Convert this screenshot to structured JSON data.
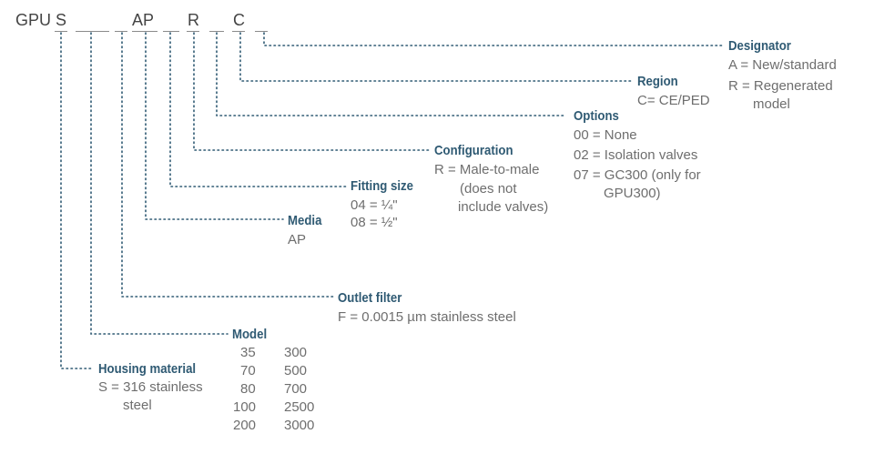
{
  "code": {
    "prefix": "GPU",
    "housing": "S",
    "media": "AP",
    "configuration": "R",
    "region": "C"
  },
  "designator": {
    "title": "Designator",
    "lines": [
      "A = New/standard",
      "R = Regenerated",
      "model"
    ]
  },
  "region": {
    "title": "Region",
    "lines": [
      "C= CE/PED"
    ]
  },
  "options": {
    "title": "Options",
    "lines": [
      "00 = None",
      "02 = Isolation valves",
      "07 = GC300 (only for",
      "GPU300)"
    ]
  },
  "configuration": {
    "title": "Configuration",
    "lines": [
      "R = Male-to-male",
      "(does not",
      "include valves)"
    ]
  },
  "fitting_size": {
    "title": "Fitting size",
    "lines": [
      "04 = ¼\"",
      "08 = ½\""
    ]
  },
  "media": {
    "title": "Media",
    "lines": [
      "AP"
    ]
  },
  "outlet_filter": {
    "title": "Outlet filter",
    "lines": [
      "F = 0.0015 µm stainless steel"
    ]
  },
  "model": {
    "title": "Model",
    "col1": [
      "35",
      "70",
      "80",
      "100",
      "200"
    ],
    "col2": [
      "300",
      "500",
      "700",
      "2500",
      "3000"
    ]
  },
  "housing_material": {
    "title": "Housing material",
    "lines": [
      "S = 316 stainless",
      "steel"
    ]
  },
  "colors": {
    "heading": "#2f5a73",
    "text": "#6e6e6e",
    "leader": "#2f5a73"
  }
}
